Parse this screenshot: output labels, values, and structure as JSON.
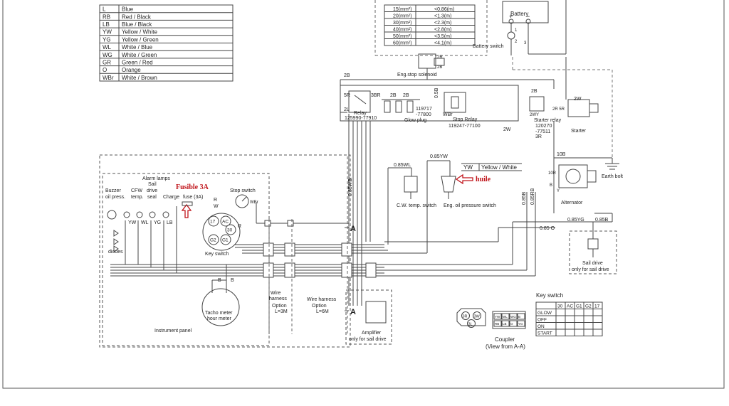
{
  "colors": {
    "accent_red": "#c0141a",
    "line": "#444444",
    "dashed": "#666666"
  },
  "color_legend": [
    {
      "code": "L",
      "name": "Blue"
    },
    {
      "code": "RB",
      "name": "Red / Black"
    },
    {
      "code": "LB",
      "name": "Blue / Black"
    },
    {
      "code": "YW",
      "name": "Yellow / White"
    },
    {
      "code": "YG",
      "name": "Yellow / Green"
    },
    {
      "code": "WL",
      "name": "White / Blue"
    },
    {
      "code": "WG",
      "name": "White / Green"
    },
    {
      "code": "GR",
      "name": "Green / Red"
    },
    {
      "code": "O",
      "name": "Orange"
    },
    {
      "code": "WBr",
      "name": "White / Brown"
    }
  ],
  "wire_length_table": [
    {
      "size": "15(mm²)",
      "length": "<0.86(m)"
    },
    {
      "size": "20(mm²)",
      "length": "<1.3(m)"
    },
    {
      "size": "30(mm²)",
      "length": "<2.3(m)"
    },
    {
      "size": "40(mm²)",
      "length": "<2.8(m)"
    },
    {
      "size": "50(mm²)",
      "length": "<3.5(m)"
    },
    {
      "size": "60(mm²)",
      "length": "<4.1(m)"
    }
  ],
  "components": {
    "battery": "Battery",
    "battery_switch": "Battery switch",
    "stop_solenoid": "Eng.stop solenoid",
    "relay": "Relay",
    "relay_part": "125990-77910",
    "glow_plug": "Glow plug",
    "glow_part_1": "119717",
    "glow_part_2": "-77800",
    "stop_relay": "Stop Relay",
    "stop_relay_part": "119247-77100",
    "starter_relay": "Starter relay",
    "starter_relay_part_1": "120270",
    "starter_relay_part_2": "-77511",
    "starter": "Starter",
    "earth_bolt": "Earth bolt",
    "alternator": "Alternator",
    "cw_temp_switch": "C.W. temp. switch",
    "oil_pressure_switch": "Eng. oil pressure switch",
    "sail_drive": "Sail drive",
    "sail_drive_note": "only for sail drive",
    "amplifier": "Amplifier",
    "amplifier_note": "only for sail drive",
    "coupler": "Coupler",
    "coupler_view": "(View from A-A)",
    "instrument_panel": "Instrument panel",
    "key_switch": "Key switch",
    "stop_switch": "Stop switch",
    "tacho_1": "Tacho meter",
    "tacho_2": "hour meter",
    "alarm_lamps": "Alarm lamps",
    "buzzer_1": "Buzzer",
    "buzzer_2": "oil press.",
    "cfw_1": "CFW",
    "cfw_2": "temp.",
    "sail_1": "Sail",
    "sail_2": "drive",
    "sail_3": "seal",
    "charge": "Charge",
    "fuse": "fuse (3A)",
    "diodes": "diodes",
    "harness_a_1": "Wire",
    "harness_a_2": "harness",
    "harness_a_3": "Option",
    "harness_a_4": "L=3M",
    "harness_b_1": "Wire harness",
    "harness_b_2": "Option",
    "harness_b_3": "L=6M"
  },
  "annotations": {
    "fusible": "Fusible 3A",
    "huile": "huile",
    "yw_legend_code": "YW",
    "yw_legend_name": "Yellow / White"
  },
  "wire_labels": {
    "w2b_a": "2B",
    "w2b_b": "2B",
    "w2b_c": "2B",
    "w2b_d": "2B",
    "w2b_e": "2B",
    "w5r": "5R",
    "w3br": "3BR",
    "w2l": "2L",
    "w05b": "0.5B",
    "w2r": "2R",
    "wwbr": "WBr",
    "w2w": "2W",
    "w2w_b": "2W",
    "w2r5r": "2R 5R",
    "w3r": "3R",
    "w2wy": "2WY",
    "w10b": "10B",
    "w10r": "10R",
    "wb": "B",
    "wy": "Y",
    "w085ywa": "0.85YW",
    "w085wl": "0.85WL",
    "w085wbr": "0.85WBr",
    "w085b_v": "0.85B",
    "w085rb": "0.85RB",
    "w085_b": "0.85 O",
    "w085yg": "0.85YG",
    "w085b_r": "0.85B",
    "w_a1": "A",
    "w_a2": "A",
    "w_yw": "YW",
    "w_wl": "WL",
    "w_yg": "YG",
    "w_lb": "LB",
    "w_r": "R",
    "w_w": "W",
    "w_b": "B",
    "w_r2": "R",
    "w_wbr": "WBr",
    "w_b2": "B",
    "w_1": "1",
    "w_2": "2",
    "w_3": "3"
  },
  "key_switch_table": {
    "title": "Key switch",
    "columns": [
      "30",
      "AC",
      "G1",
      "G2",
      "17"
    ],
    "rows": [
      "GLOW",
      "OFF",
      "ON",
      "START"
    ]
  },
  "key_switch_terminals": [
    "17",
    "AC",
    "30",
    "G2",
    "G1"
  ],
  "starter_relay_label": "2B",
  "coupler_pins": [
    "3R",
    "3W",
    "3L"
  ],
  "coupler_pins_b": [
    "YW",
    "WL",
    "WG",
    "B",
    "RB",
    "LB",
    "O",
    "YG"
  ]
}
